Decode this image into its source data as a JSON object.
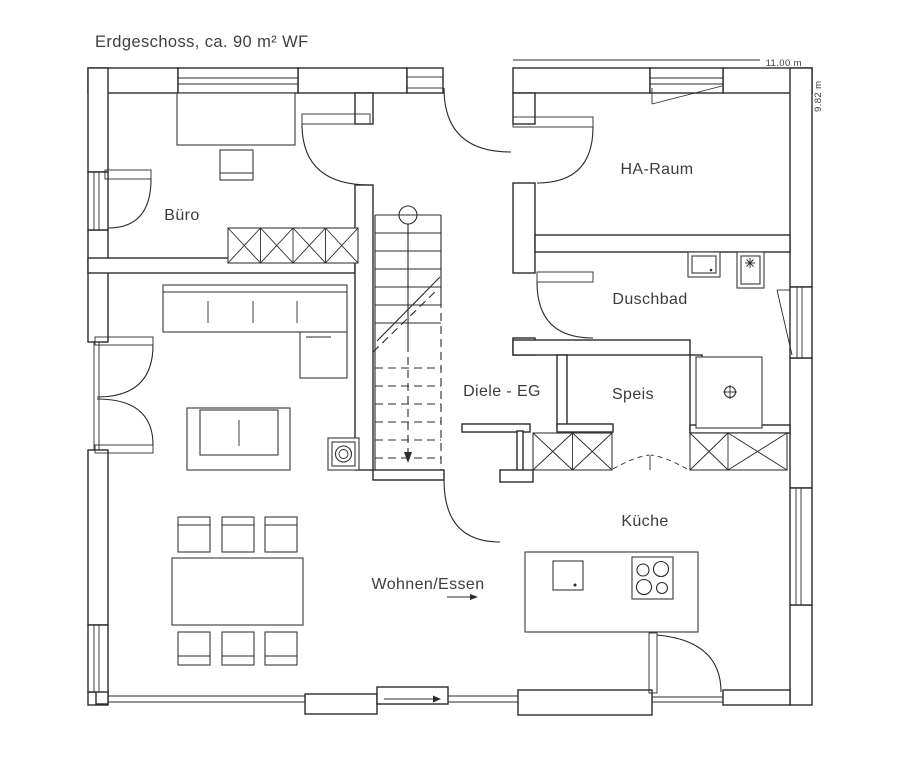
{
  "title": "Erdgeschoss, ca. 90 m² WF",
  "dimensions": {
    "width_label": "11.00 m",
    "height_label": "9.82 m"
  },
  "rooms": {
    "buero": "Büro",
    "ha_raum": "HA-Raum",
    "duschbad": "Duschbad",
    "diele": "Diele - EG",
    "speis": "Speis",
    "kueche": "Küche",
    "wohnen_essen": "Wohnen/Essen"
  },
  "colors": {
    "wall_line": "#2b2b2b",
    "text": "#3c3c3c",
    "background": "#ffffff"
  }
}
